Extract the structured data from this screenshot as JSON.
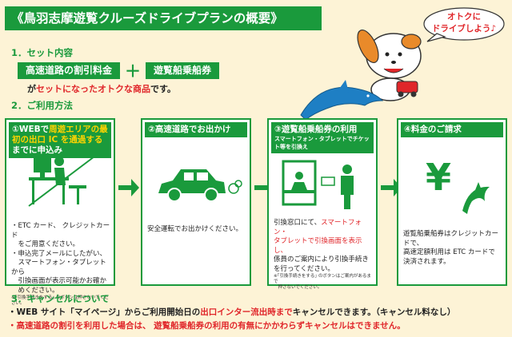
{
  "title": "《鳥羽志摩遊覧クルーズドライブプランの概要》",
  "bubble": {
    "line1": "オトクに",
    "line2": "ドライブしよう♪"
  },
  "set": {
    "heading": "1．セット内容",
    "pill1": "高速道路の割引料金",
    "plus": "＋",
    "pill2": "遊覧船乗船券",
    "desc_prefix": "が",
    "desc_red": "セットになったオトクな商品",
    "desc_suffix": "です。"
  },
  "usage": {
    "heading": "2．ご利用方法",
    "steps": [
      {
        "head_a": "①WEBで",
        "head_red": "周遊エリアの最初の出口 IC を通過する",
        "head_b": "までに申込み",
        "body": [
          "・ETC カード、 クレジットカード",
          "　をご用意ください。",
          "・申込完了メールにしたがい、",
          "　スマートフォン・タブレットから",
          "　引換画面が表示可能かお確か",
          "　めください。"
        ],
        "note": "※｢引換手続きをする｣ のボタンは押さないでください。"
      },
      {
        "head": "②高速道路でお出かけ",
        "body": [
          "安全運転でお出かけください。"
        ]
      },
      {
        "head": "③遊覧船乗船券の利用",
        "sub": "スマートフォン・タブレットでチケット等を引換え",
        "body_a": "引換窓口にて、",
        "body_red1": "スマートフォン・",
        "body_red2": "タブレットで引換画面を表示し、",
        "body_rest": [
          "係員のご案内により引換手続き",
          "を行ってください。"
        ],
        "note1": "※｢引換手続きをする｣ のボタンはご案内があるまで",
        "note2": "　押さないでください。"
      },
      {
        "head": "④料金のご請求",
        "body": [
          "遊覧船乗船券はクレジットカードで、",
          "高速定額利用は ETC カードで",
          "決済されます。"
        ]
      }
    ]
  },
  "cancel": {
    "heading": "3．キャンセルについて",
    "line1_a": "・WEB サイト「マイページ」からご利用開始日の",
    "line1_red": "出口インター流出時まで",
    "line1_b": "キャンセルできます。（キャンセル料なし）",
    "line2": "・高速道路の割引を利用した場合は、 遊覧船乗船券の利用の有無にかかわらずキャンセルはできません。"
  },
  "colors": {
    "green": "#1a9a3c",
    "red": "#e0262a",
    "background": "#fdf3d6"
  }
}
